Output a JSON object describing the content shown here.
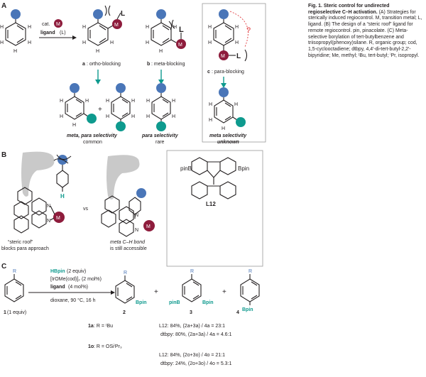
{
  "colors": {
    "substituent_blue": "#4a76b8",
    "metal_maroon": "#8e1c3c",
    "boron_teal": "#0e9a8e",
    "roof_gray": "#c9c9c9",
    "box_border": "#9a9a9a",
    "question_red": "#e03a3e",
    "text": "#231f20"
  },
  "panel_labels": {
    "a": "A",
    "b": "B",
    "c": "C"
  },
  "panelA": {
    "reagent_cat": "cat.",
    "metal": "M",
    "ligand": "ligand",
    "ligand_abbrev": "(L)",
    "L": "L",
    "H": "H",
    "strategy_a_letter": "a",
    "strategy_a_text": ": ortho-blocking",
    "strategy_b_letter": "b",
    "strategy_b_text": ": meta-blocking",
    "strategy_c_letter": "c",
    "strategy_c_text": ": para-blocking",
    "question": "?",
    "plus": "+",
    "result_a_1": "meta, para selectivity",
    "result_a_2": "common",
    "result_b_1": "para selectivity",
    "result_b_2": "rare",
    "result_c_1": "meta selectivity",
    "result_c_2": "unknown"
  },
  "panelB": {
    "vs": "vs",
    "roof_1": "“steric roof”",
    "roof_2": "blocks para approach",
    "ch_1": "meta C–H bond",
    "ch_2": "is still accessible",
    "N": "N",
    "M": "M",
    "H": "H",
    "pinB": "pinB",
    "Bpin": "Bpin",
    "L12": "L12"
  },
  "panelC": {
    "R": "R",
    "reag1_bold": "HBpin",
    "reag1_rest": " (2 equiv)",
    "reag2": "[IrOMe(cod)]₂ (2 mol%)",
    "reag3_bold": "ligand",
    "reag3_rest": " (4 mol%)",
    "conditions": "dioxane, 90 °C, 16 h",
    "sm_num": "1",
    "sm_equiv": " (1 equiv)",
    "prod2": "2",
    "prod3": "3",
    "prod4": "4",
    "Bpin": "Bpin",
    "pinB": "pinB",
    "plus": "+",
    "row1_cmpd": "1a",
    "row1_R": ": R = ᵗBu",
    "row1_L12": "L12: 84%, (2a+3a) / 4a = 23:1",
    "row1_dtbpy": "dtbpy: 80%, (2a+3a) / 4a = 4.6:1",
    "row2_cmpd": "1o",
    "row2_R": ": R = OSiⁱPr₃",
    "row2_L12": "L12: 84%, (2o+3o) / 4o = 21:1",
    "row2_dtbpy": "dtbpy: 24%, (2o+3o) / 4o = 5.3:1"
  },
  "caption": {
    "title": "Fig. 1. Steric control for undirected regioselective C–H activation.",
    "body": "(A) Strategies for sterically induced regiocontrol. M, transition metal; L, ligand. (B) The design of a “steric roof” ligand for remote regiocontrol. pin, pinacolate. (C) Meta-selective borylation of tert-butylbenzene and triisopropyl(phenoxy)silane. R, organic group; cod, 1,5-cyclooctadiene; dtbpy, 4,4′-di-tert-butyl-2,2′-bipyridine; Me, methyl; ᵗBu, tert-butyl; ⁱPr, isopropyl."
  }
}
